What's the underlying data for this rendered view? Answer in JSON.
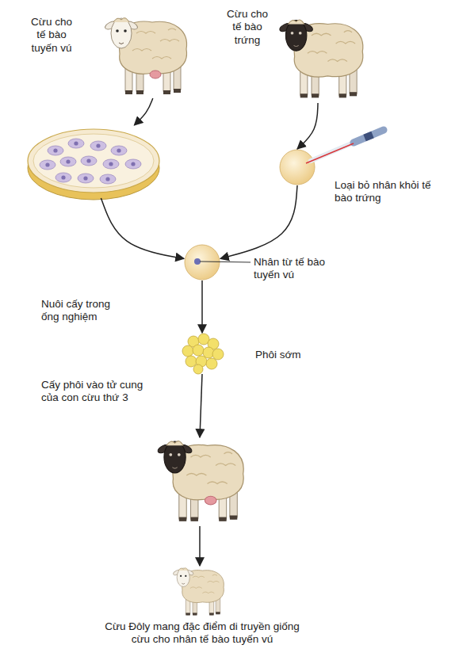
{
  "diagram": {
    "nodes": [
      {
        "text": [
          "Cừu cho tế bào tuyến vú"
        ]
      },
      {
        "text": [
          "Cừu cho tế bào trứng"
        ]
      },
      {
        "text": []
      },
      {
        "text": [
          "Loại bỏ nhân khỏi tế bào trứng"
        ]
      },
      {
        "text": [
          "Nhân từ tế bào tuyến vú"
        ]
      },
      {
        "text": [
          "Phôi sớm"
        ]
      },
      {
        "text": []
      },
      {
        "text": [
          "Cừu Đôly mang đặc điểm di truyền giống cừu cho nhân tế bào tuyến vú"
        ]
      }
    ],
    "edges": [
      {
        "from": 0,
        "to": 2,
        "arrow": "to"
      },
      {
        "from": 1,
        "to": 3,
        "arrow": "to"
      },
      {
        "from": 2,
        "to": 4,
        "arrow": "to"
      },
      {
        "from": 3,
        "to": 4,
        "arrow": "to"
      },
      {
        "from": 4,
        "to": 5,
        "label": "Nuôi cấy trong ống nghiệm",
        "arrow": "to"
      },
      {
        "from": 5,
        "to": 6,
        "label": "Cấy phôi vào tử cung của con cừu thứ 3",
        "arrow": "to"
      },
      {
        "from": 6,
        "to": 7,
        "arrow": "to"
      }
    ]
  }
}
